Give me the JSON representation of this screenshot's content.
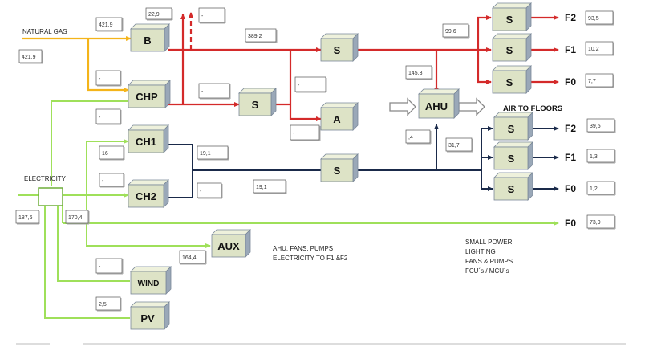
{
  "colors": {
    "gas": "#f4b41a",
    "heat": "#d42a2a",
    "chilled": "#1a2a4a",
    "electric": "#9fe05a",
    "node_face": "#dde3c6",
    "node_top": "#eef1dc",
    "node_side": "#9aa8b8"
  },
  "sources": {
    "natural_gas": "NATURAL GAS",
    "electricity": "ELECTRICITY"
  },
  "nodes": {
    "boiler": "B",
    "chp": "CHP",
    "ch1": "CH1",
    "ch2": "CH2",
    "aux": "AUX",
    "wind": "WIND",
    "pv": "PV",
    "heat_split_top": "S",
    "heat_split_chp": "S",
    "absorber": "A",
    "ahu": "AHU",
    "heat_out_f2": "S",
    "heat_out_f1": "S",
    "heat_out_f0": "S",
    "cool_split": "S",
    "cool_out_f2": "S",
    "cool_out_f1": "S",
    "cool_out_f0": "S"
  },
  "outputs": {
    "heat_f2_label": "F2",
    "heat_f1_label": "F1",
    "heat_f0_label": "F0",
    "cool_f2_label": "F2",
    "cool_f1_label": "F1",
    "cool_f0_label": "F0",
    "elec_f0_label": "F0"
  },
  "values": {
    "gas_in": "421,9",
    "gas_to_boiler": "421,9",
    "boiler_loss": "22,9",
    "boiler_loss_blank": "-",
    "boiler_heat": "389,2",
    "chp_gas": "-",
    "chp_heat": "-",
    "chp_elec": "-",
    "heat_to_absorber": "-",
    "absorber_out": "-",
    "heat_to_floors": "99,6",
    "heat_to_ahu": "145,3",
    "ahu_cool_in": ",4",
    "ahu_cool_value": "31,7",
    "ch1_elec": "16",
    "ch1_cool": "19,1",
    "ch2_elec": "-",
    "ch2_cool": "-",
    "cool_merged": "19,1",
    "grid_elec": "187,6",
    "elec_bus": "170,4",
    "aux_elec": "164,4",
    "wind_elec": "-",
    "pv_elec": "2,5",
    "heat_f2": "93,5",
    "heat_f1": "10,2",
    "heat_f0": "7,7",
    "cool_f2": "39,5",
    "cool_f1": "1,3",
    "cool_f0": "1,2",
    "elec_f0": "73,9"
  },
  "labels": {
    "air_to_floors": "AIR TO FLOORS",
    "aux_note_line1": "AHU, FANS, PUMPS",
    "aux_note_line2": "ELECTRICITY TO F1 &F2",
    "small_power_line1": "SMALL POWER",
    "small_power_line2": "LIGHTING",
    "small_power_line3": "FANS & PUMPS",
    "small_power_line4": "FCU´s / MCU´s"
  }
}
